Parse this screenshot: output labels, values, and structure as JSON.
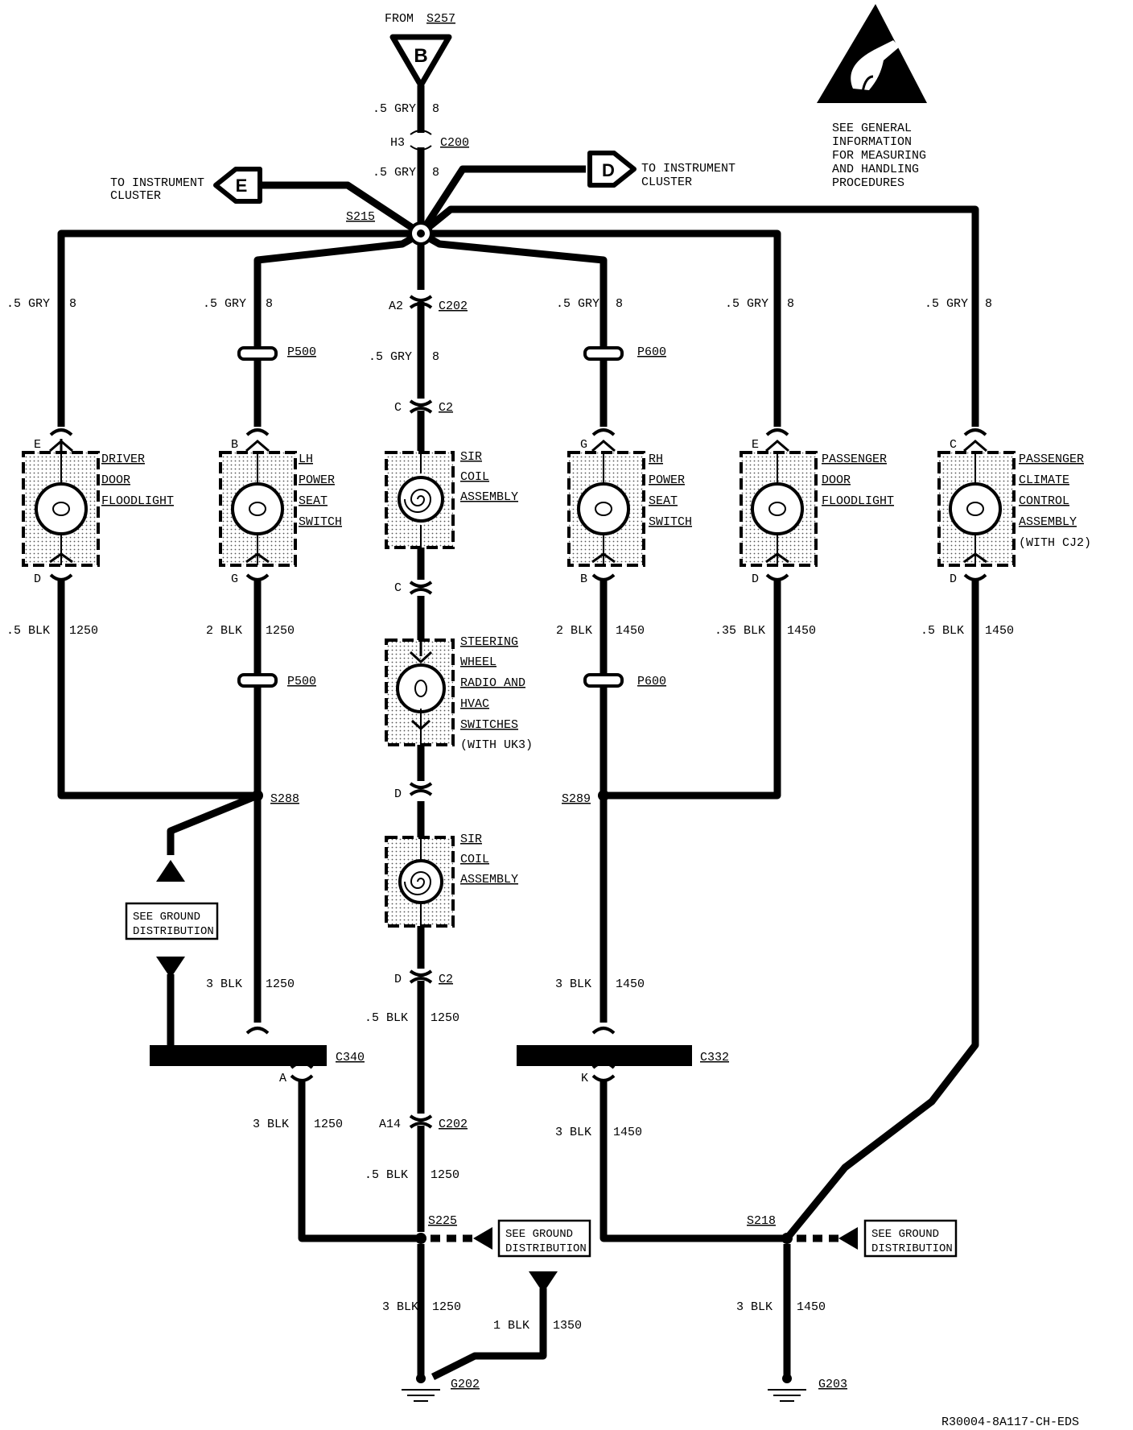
{
  "source": {
    "from": "FROM",
    "splice": "S257",
    "letter": "B"
  },
  "warning": {
    "lines": [
      "SEE GENERAL",
      "INFORMATION",
      "FOR MEASURING",
      "AND HANDLING",
      "PROCEDURES"
    ]
  },
  "arrows": {
    "left": {
      "letter": "E",
      "lines": [
        "TO INSTRUMENT",
        "CLUSTER"
      ]
    },
    "right": {
      "letter": "D",
      "lines": [
        "TO INSTRUMENT",
        "CLUSTER"
      ]
    }
  },
  "trunk": {
    "wire_top": {
      "size": ".5 GRY",
      "circuit": "8"
    },
    "c200": {
      "pin": "H3",
      "connector": "C200"
    },
    "wire_mid": {
      "size": ".5 GRY",
      "circuit": "8"
    },
    "splice": "S215"
  },
  "branches": {
    "driver": {
      "wire": ".5 GRY",
      "circuit": "8",
      "pin_top": "E",
      "pin_bot": "D",
      "lines": [
        "DRIVER",
        "DOOR",
        "FLOODLIGHT"
      ],
      "ground_wire": ".5 BLK",
      "ground_circuit": "1250"
    },
    "lh": {
      "wire": ".5 GRY",
      "circuit": "8",
      "conn1": "P500",
      "pin_top": "B",
      "pin_bot": "G",
      "lines": [
        "LH",
        "POWER",
        "SEAT",
        "SWITCH"
      ],
      "ground_wire": "2 BLK",
      "ground_circuit": "1250",
      "conn2": "P500"
    },
    "center": {
      "pin_c202": "A2",
      "c202": "C202",
      "wire": ".5 GRY",
      "circuit": "8",
      "pin_c2": "C",
      "c2": "C2",
      "sir1": [
        "SIR",
        "COIL",
        "ASSEMBLY"
      ],
      "pin_c": "C",
      "steering": [
        "STEERING",
        "WHEEL",
        "RADIO AND",
        "HVAC",
        "SWITCHES",
        "(WITH UK3)"
      ],
      "pin_d": "D",
      "sir2": [
        "SIR",
        "COIL",
        "ASSEMBLY"
      ],
      "pin_d2": "D",
      "c2b": "C2",
      "wire2": ".5 BLK",
      "circuit2": "1250",
      "pin_a14": "A14",
      "c202b": "C202",
      "wire3": ".5 BLK",
      "circuit3": "1250"
    },
    "rh": {
      "wire": ".5 GRY",
      "circuit": "8",
      "conn1": "P600",
      "pin_top": "G",
      "pin_bot": "B",
      "lines": [
        "RH",
        "POWER",
        "SEAT",
        "SWITCH"
      ],
      "ground_wire": "2 BLK",
      "ground_circuit": "1450",
      "conn2": "P600"
    },
    "pass_door": {
      "wire": ".5 GRY",
      "circuit": "8",
      "pin_top": "E",
      "pin_bot": "D",
      "lines": [
        "PASSENGER",
        "DOOR",
        "FLOODLIGHT"
      ],
      "ground_wire": ".35 BLK",
      "ground_circuit": "1450"
    },
    "climate": {
      "wire": ".5 GRY",
      "circuit": "8",
      "pin_top": "C",
      "pin_bot": "D",
      "lines": [
        "PASSENGER",
        "CLIMATE",
        "CONTROL",
        "ASSEMBLY",
        "(WITH CJ2)"
      ],
      "ground_wire": ".5 BLK",
      "ground_circuit": "1450"
    }
  },
  "lower": {
    "s288": "S288",
    "s289": "S289",
    "see_ground_1": [
      "SEE GROUND",
      "DISTRIBUTION"
    ],
    "lh_wire": "3 BLK",
    "lh_circuit": "1250",
    "rh_wire": "3 BLK",
    "rh_circuit": "1450",
    "c340": "C340",
    "pin_a": "A",
    "c332": "C332",
    "pin_k": "K",
    "c340_wire": "3 BLK",
    "c340_circuit": "1250",
    "c332_wire": "3 BLK",
    "c332_circuit": "1450",
    "s225": "S225",
    "s218": "S218",
    "see_ground_2": [
      "SEE GROUND",
      "DISTRIBUTION"
    ],
    "see_ground_3": [
      "SEE GROUND",
      "DISTRIBUTION"
    ],
    "g202_wire": "3 BLK",
    "g202_circuit": "1250",
    "side_wire": "1 BLK",
    "side_circuit": "1350",
    "g203_wire": "3 BLK",
    "g203_circuit": "1450",
    "g202": "G202",
    "g203": "G203"
  },
  "footer": "R30004-8A117-CH-EDS"
}
